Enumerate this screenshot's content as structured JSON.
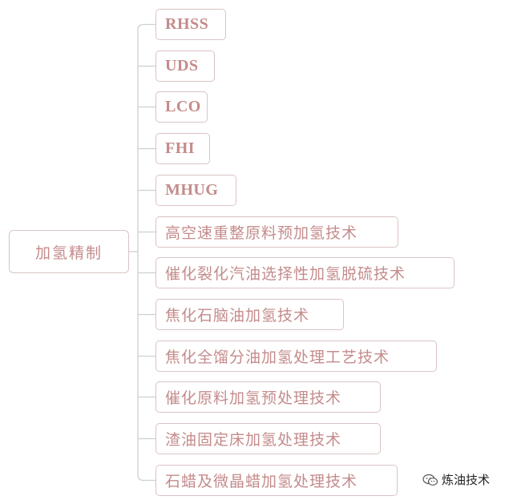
{
  "root": {
    "label": "加氢精制"
  },
  "children": [
    {
      "label": "RHSS",
      "kind": "en"
    },
    {
      "label": "UDS",
      "kind": "en"
    },
    {
      "label": "LCO",
      "kind": "en"
    },
    {
      "label": "FHI",
      "kind": "en"
    },
    {
      "label": "MHUG",
      "kind": "en"
    },
    {
      "label": "高空速重整原料预加氢技术",
      "kind": "cn"
    },
    {
      "label": "催化裂化汽油选择性加氢脱硫技术",
      "kind": "cn"
    },
    {
      "label": "焦化石脑油加氢技术",
      "kind": "cn"
    },
    {
      "label": "焦化全馏分油加氢处理工艺技术",
      "kind": "cn"
    },
    {
      "label": "催化原料加氢预处理技术",
      "kind": "cn"
    },
    {
      "label": "渣油固定床加氢处理技术",
      "kind": "cn"
    },
    {
      "label": "石蜡及微晶蜡加氢处理技术",
      "kind": "cn"
    }
  ],
  "watermark": {
    "text": "炼油技术",
    "icon": "wechat-icon"
  },
  "colors": {
    "text": "#c58b8b",
    "border": "#dcc3c3",
    "connector": "#cfcfcf"
  }
}
